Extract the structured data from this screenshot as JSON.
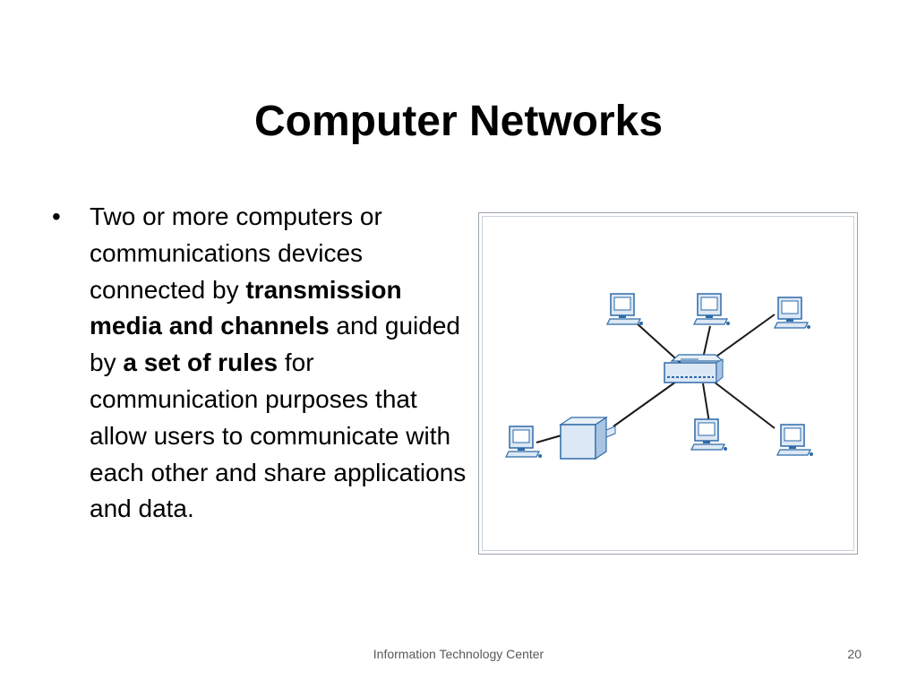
{
  "slide": {
    "title": "Computer Networks",
    "bullet": {
      "marker": "•",
      "part1": "Two or more computers or communications devices connected by ",
      "bold1": "transmission media and channels",
      "part2": " and guided by ",
      "bold2": "a set of rules",
      "part3": " for communication purposes that allow users to communicate with each other and share applications and data."
    },
    "footer": "Information Technology Center",
    "page_number": "20"
  },
  "diagram": {
    "center_icon": "network-switch-icon",
    "nodes": [
      {
        "icon": "computer-icon"
      },
      {
        "icon": "computer-icon"
      },
      {
        "icon": "computer-icon"
      },
      {
        "icon": "computer-icon"
      },
      {
        "icon": "computer-icon"
      },
      {
        "icon": "server-icon"
      }
    ],
    "colors": {
      "icon_fill": "#dce8f5",
      "icon_stroke": "#2e6aa8",
      "link": "#1a1a1a"
    }
  }
}
